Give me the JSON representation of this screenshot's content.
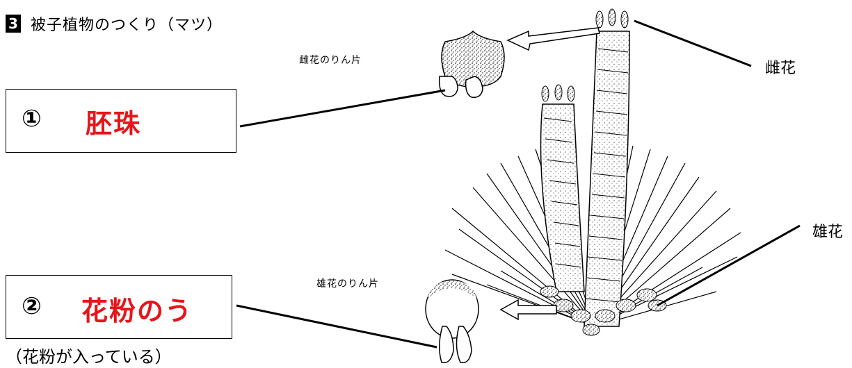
{
  "header": {
    "question_number": "3",
    "title": "被子植物のつくり（マツ）"
  },
  "labels": {
    "female_scale": "雌花のりん片",
    "male_scale": "雄花のりん片",
    "female_flower": "雌花",
    "male_flower": "雄花"
  },
  "answers": [
    {
      "number": "①",
      "text": "胚珠"
    },
    {
      "number": "②",
      "text": "花粉のう"
    }
  ],
  "note": "（花粉が入っている）",
  "colors": {
    "answer_text": "#e8141a",
    "lines": "#000000"
  }
}
